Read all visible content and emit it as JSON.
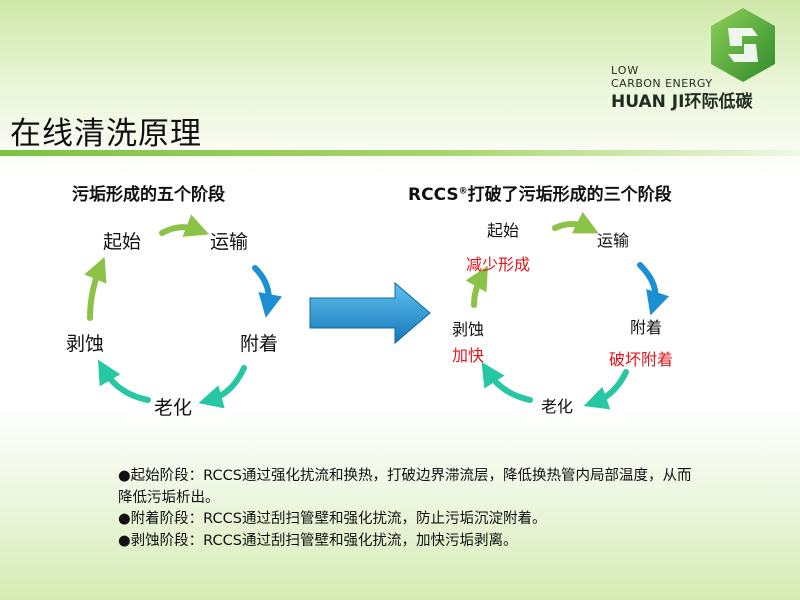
{
  "brand": {
    "line1": "LOW",
    "line2": "CARBON ENERGY",
    "line3": "HUAN JI环际低碳",
    "logo_icon": "huanji-logo-icon",
    "colors": {
      "green": "#5ab43a",
      "dark_green": "#2e8a2a"
    }
  },
  "title": "在线清洗原理",
  "left_diagram": {
    "heading": "污垢形成的五个阶段",
    "stages": {
      "start": "起始",
      "transport": "运输",
      "attach": "附着",
      "aging": "老化",
      "erosion": "剥蚀"
    }
  },
  "right_diagram": {
    "heading_pre": "RCCS",
    "heading_sup": "®",
    "heading_post": "打破了污垢形成的三个阶段",
    "stages": {
      "start": "起始",
      "start_note": "减少形成",
      "transport": "运输",
      "attach": "附着",
      "attach_note": "破坏附着",
      "aging": "老化",
      "erosion": "剥蚀",
      "erosion_note": "加快"
    }
  },
  "arrow_colors": {
    "green": "#8dc249",
    "blue": "#1b8fd2",
    "teal": "#26c7a3",
    "red_text": "#e3141b"
  },
  "bullets": [
    "●起始阶段：RCCS通过强化扰流和换热，打破边界滞流层，降低换热管内局部温度，从而降低污垢析出。",
    "●附着阶段：RCCS通过刮扫管壁和强化扰流，防止污垢沉淀附着。",
    "●剥蚀阶段：RCCS通过刮扫管壁和强化扰流，加快污垢剥离。"
  ]
}
